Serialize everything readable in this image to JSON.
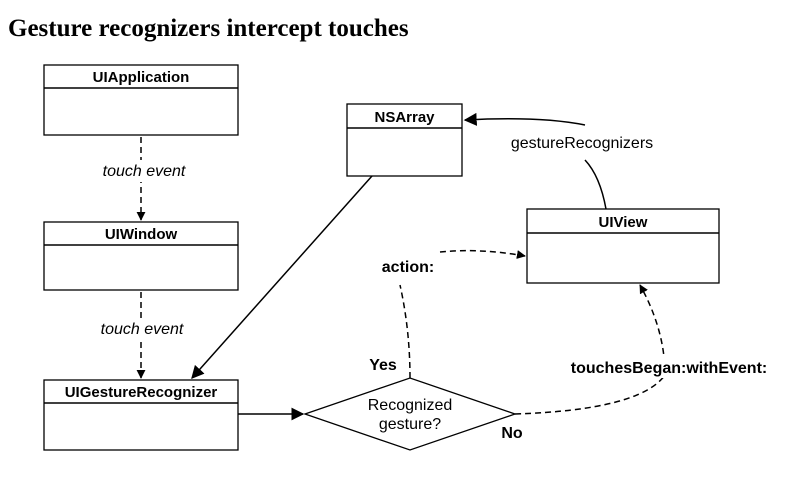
{
  "title": "Gesture recognizers intercept touches",
  "boxes": {
    "uiapplication": "UIApplication",
    "uiwindow": "UIWindow",
    "uigesturerecognizer": "UIGestureRecognizer",
    "nsarray": "NSArray",
    "uiview": "UIView"
  },
  "decision": {
    "line1": "Recognized",
    "line2": "gesture?"
  },
  "labels": {
    "touch_event_1": "touch event",
    "touch_event_2": "touch event",
    "gesture_recognizers": "gestureRecognizers",
    "action": "action:",
    "touches_began": "touchesBegan:withEvent:",
    "yes": "Yes",
    "no": "No"
  }
}
